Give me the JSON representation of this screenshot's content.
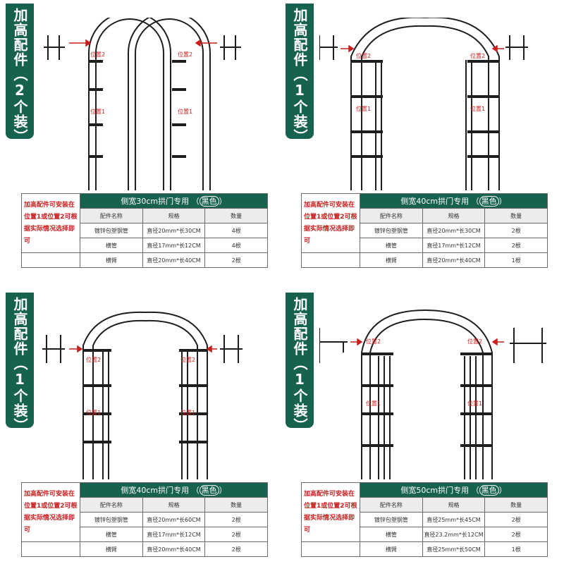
{
  "panels": [
    {
      "badge": "加高配件（2个装）",
      "title_main": "侧宽30cm拱门专用",
      "title_color": "黑色",
      "note": "加高配件可安装在位置1或位置2可根据实际情况选择即可",
      "arrow_label_1": "位置2",
      "arrow_label_2": "位置2",
      "label_1": "位置1",
      "label_2": "位置1",
      "headers": [
        "配件名称",
        "规格",
        "数量"
      ],
      "rows": [
        [
          "镀锌包塑钢管",
          "直径20mm*长30CM",
          "4根"
        ],
        [
          "横管",
          "直径17mm*长12CM",
          "4根"
        ],
        [
          "横臂",
          "直径20mm*长40CM",
          "2根"
        ]
      ]
    },
    {
      "badge": "加高配件（1个装）",
      "title_main": "侧宽40cm拱门专用",
      "title_color": "黑色",
      "note": "加高配件可安装在位置1或位置2可根据实际情况选择即可",
      "arrow_label_1": "位置2",
      "arrow_label_2": "位置2",
      "label_1": "位置1",
      "label_2": "位置1",
      "headers": [
        "配件名称",
        "规格",
        "数量"
      ],
      "rows": [
        [
          "镀锌包塑钢管",
          "直径20mm*长30CM",
          "2根"
        ],
        [
          "横管",
          "直径17mm*长12CM",
          "2根"
        ],
        [
          "横臂",
          "直径20mm*长40CM",
          "1根"
        ]
      ]
    },
    {
      "badge": "加高配件（1个装）",
      "title_main": "侧宽40cm拱门专用",
      "title_color": "黑色",
      "note": "加高配件可安装在位置1或位置2可根据实际情况选择即可",
      "arrow_label_1": "位置2",
      "arrow_label_2": "位置2",
      "label_1": "位置1",
      "label_2": "位置1",
      "headers": [
        "配件名称",
        "规格",
        "数量"
      ],
      "rows": [
        [
          "镀锌包塑钢管",
          "直径20mm*长60CM",
          "2根"
        ],
        [
          "横管",
          "直径17mm*长12CM",
          "2根"
        ],
        [
          "横臂",
          "直径20mm*长40CM",
          "2根"
        ]
      ]
    },
    {
      "badge": "加高配件（1个装）",
      "title_main": "侧宽50cm拱门专用",
      "title_color": "黑色",
      "note": "加高配件可安装在位置1或位置2可根据实际情况选择即可",
      "arrow_label_1": "位置2",
      "arrow_label_2": "位置2",
      "label_1": "位置1",
      "label_2": "位置1",
      "headers": [
        "配件名称",
        "规格",
        "数量"
      ],
      "rows": [
        [
          "镀锌包塑钢管",
          "直径25mm*长45CM",
          "2根"
        ],
        [
          "横管",
          "直径23.2mm*长12CM",
          "2根"
        ],
        [
          "横臂",
          "直径25mm*长50CM",
          "1根"
        ]
      ]
    }
  ],
  "colors": {
    "badge_bg": "#17614f",
    "note_red": "#c81e1e",
    "pipe": "#1e1e1e"
  },
  "icons": [
    "arch-frame-icon",
    "side-arm-icon",
    "arrow-icon"
  ]
}
